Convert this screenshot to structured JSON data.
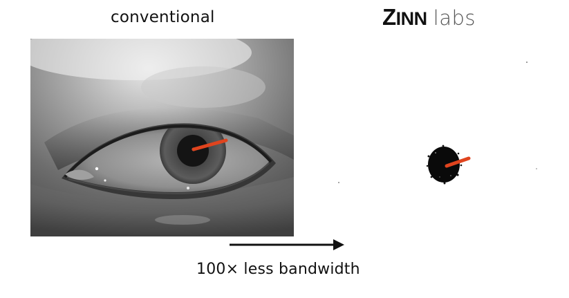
{
  "left_title": "conventional",
  "brand": {
    "main_first": "Z",
    "main_rest": "INN",
    "sub": "labs"
  },
  "caption": "100× less bandwidth",
  "colors": {
    "gaze_vector": "#e0441e",
    "text": "#111111",
    "brand_sub": "#555555"
  }
}
